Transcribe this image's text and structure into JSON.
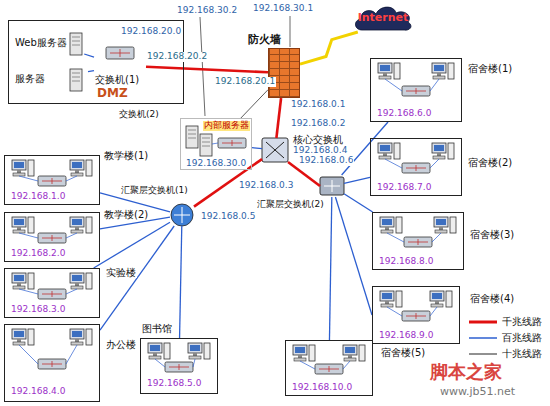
{
  "diagram": {
    "nodes": [
      {
        "text": [
          "192.168.20.0",
          "DMZ"
        ]
      },
      {
        "text": [
          "Web服务器"
        ],
        "in": 0
      },
      {
        "text": [
          "服务器"
        ],
        "in": 0
      },
      {
        "text": [
          "交换机(1)"
        ],
        "in": 0
      },
      {
        "text": [
          "防火墙"
        ]
      },
      {
        "text": [
          "Internet"
        ]
      },
      {
        "text": [
          "内部服务器",
          "192.168.30.0"
        ]
      },
      {
        "text": [
          "核心交换机"
        ]
      },
      {
        "text": [
          "汇聚层交换机(1)"
        ]
      },
      {
        "text": [
          "汇聚层交换机(2)"
        ]
      },
      {
        "text": [
          "教学楼(1)",
          "192.168.1.0"
        ]
      },
      {
        "text": [
          "教学楼(2)",
          "192.168.2.0"
        ]
      },
      {
        "text": [
          "实验楼",
          "192.168.3.0"
        ]
      },
      {
        "text": [
          "办公楼",
          "192.168.4.0"
        ]
      },
      {
        "text": [
          "图书馆",
          "192.168.5.0"
        ]
      },
      {
        "text": [
          "宿舍楼(1)",
          "192.168.6.0"
        ]
      },
      {
        "text": [
          "宿舍楼(2)",
          "192.168.7.0"
        ]
      },
      {
        "text": [
          "宿舍楼(3)",
          "192.168.8.0"
        ]
      },
      {
        "text": [
          "宿舍楼(4)",
          "192.168.9.0"
        ]
      },
      {
        "text": [
          "宿舍楼(5)",
          "192.168.10.0"
        ]
      }
    ],
    "edges": [
      {
        "from": 1,
        "to": 3,
        "arrow": "none"
      },
      {
        "from": 2,
        "to": 3,
        "arrow": "none"
      },
      {
        "from": 3,
        "to": 4,
        "arrow": "none"
      },
      {
        "from": 4,
        "to": 5,
        "arrow": "none"
      },
      {
        "from": 6,
        "to": 4,
        "arrow": "none"
      },
      {
        "from": 6,
        "to": 7,
        "arrow": "none"
      },
      {
        "from": 4,
        "to": 7,
        "arrow": "none"
      },
      {
        "from": 7,
        "to": 8,
        "arrow": "none"
      },
      {
        "from": 7,
        "to": 9,
        "arrow": "none"
      },
      {
        "from": 8,
        "to": 10,
        "arrow": "none"
      },
      {
        "from": 8,
        "to": 11,
        "arrow": "none"
      },
      {
        "from": 8,
        "to": 12,
        "arrow": "none"
      },
      {
        "from": 8,
        "to": 13,
        "arrow": "none"
      },
      {
        "from": 8,
        "to": 14,
        "arrow": "none"
      },
      {
        "from": 9,
        "to": 15,
        "arrow": "none"
      },
      {
        "from": 9,
        "to": 16,
        "arrow": "none"
      },
      {
        "from": 9,
        "to": 17,
        "arrow": "none"
      },
      {
        "from": 9,
        "to": 18,
        "arrow": "none"
      },
      {
        "from": 9,
        "to": 19,
        "arrow": "none"
      }
    ],
    "labels": [
      "192.168.30.2",
      "192.168.30.1",
      "192.168.20.2",
      "192.168.20.1",
      "交换机(2)",
      "192.168.0.1",
      "192.168.0.2",
      "192.168.0.4",
      "192.168.0.3",
      "192.168.0.5",
      "192.168.0.6",
      "脚本之家",
      "www.jb51.net"
    ],
    "legend": [
      {
        "text": "千兆线路"
      },
      {
        "text": "百兆线路"
      },
      {
        "text": "十兆线路"
      }
    ]
  }
}
